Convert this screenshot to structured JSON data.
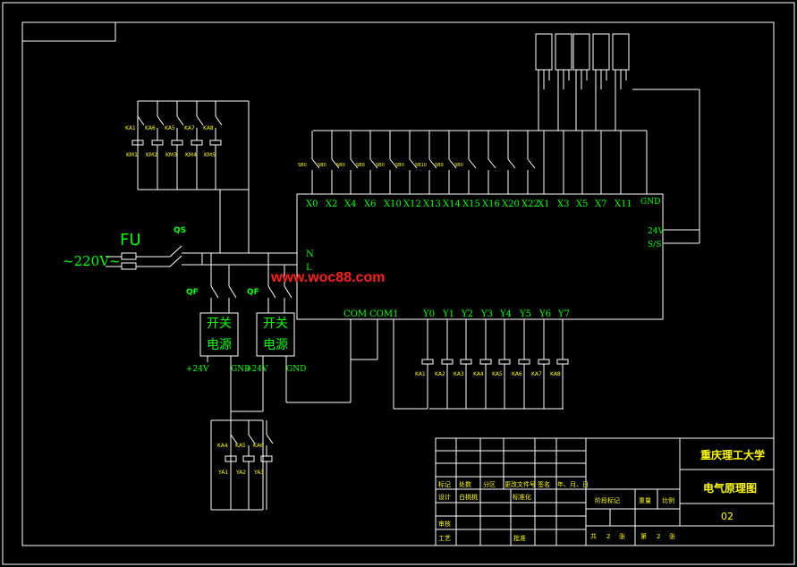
{
  "voltage": "~220V~",
  "fuse": "FU",
  "qs": "QS",
  "qf1": "QF",
  "qf2": "QF",
  "plc_power": [
    "N",
    "L"
  ],
  "psu1": {
    "l1": "开关",
    "l2": "电源",
    "plus": "+24V",
    "gnd": "GND"
  },
  "psu2": {
    "l1": "开关",
    "l2": "电源",
    "plus": "+24V",
    "gnd": "GND"
  },
  "top_contacts": [
    "KA1",
    "KA6",
    "KA5",
    "KA7",
    "KA8"
  ],
  "top_coils": [
    "KM1",
    "KM2",
    "KM3",
    "KM4",
    "KM5"
  ],
  "switch_labels": [
    "SB0",
    "SB0",
    "SB0",
    "SB0",
    "SB0",
    "SB0",
    "SB10",
    "SB0",
    "SB0"
  ],
  "input_terms": [
    "X0",
    "X2",
    "X4",
    "X6",
    "X10",
    "X12",
    "X13",
    "X14",
    "X15",
    "X16",
    "X20",
    "X22",
    "X1",
    "X3",
    "X5",
    "X7",
    "X11"
  ],
  "gnd_right": "GND",
  "v24": "24V",
  "ss": "S/S",
  "com": [
    "COM",
    "COM1"
  ],
  "outputs": [
    "Y0",
    "Y1",
    "Y2",
    "Y3",
    "Y4",
    "Y5",
    "Y6",
    "Y7"
  ],
  "out_coils": [
    "KA1",
    "KA2",
    "KA3",
    "KA4",
    "KA5",
    "KA6",
    "KA7",
    "KA8"
  ],
  "bottom_contacts": [
    "KA4",
    "KA5",
    "KA6"
  ],
  "valves": [
    "YA1",
    "YA2",
    "YA3"
  ],
  "watermark": "www.woc88.com",
  "titleblock": {
    "school": "重庆理工大学",
    "drawing": "电气原理图",
    "number": "02",
    "row1": [
      "标记",
      "处数",
      "分区",
      "更改文件号",
      "签名",
      "年、月、日"
    ],
    "row2": [
      "设计",
      "白桃桃",
      "标准化"
    ],
    "row3": [
      "阶段标记",
      "重量",
      "比例"
    ],
    "row4": [
      "审核"
    ],
    "row5": [
      "工艺",
      "批准"
    ],
    "sheets": [
      "共",
      "2",
      "张",
      "第",
      "2",
      "张"
    ]
  }
}
